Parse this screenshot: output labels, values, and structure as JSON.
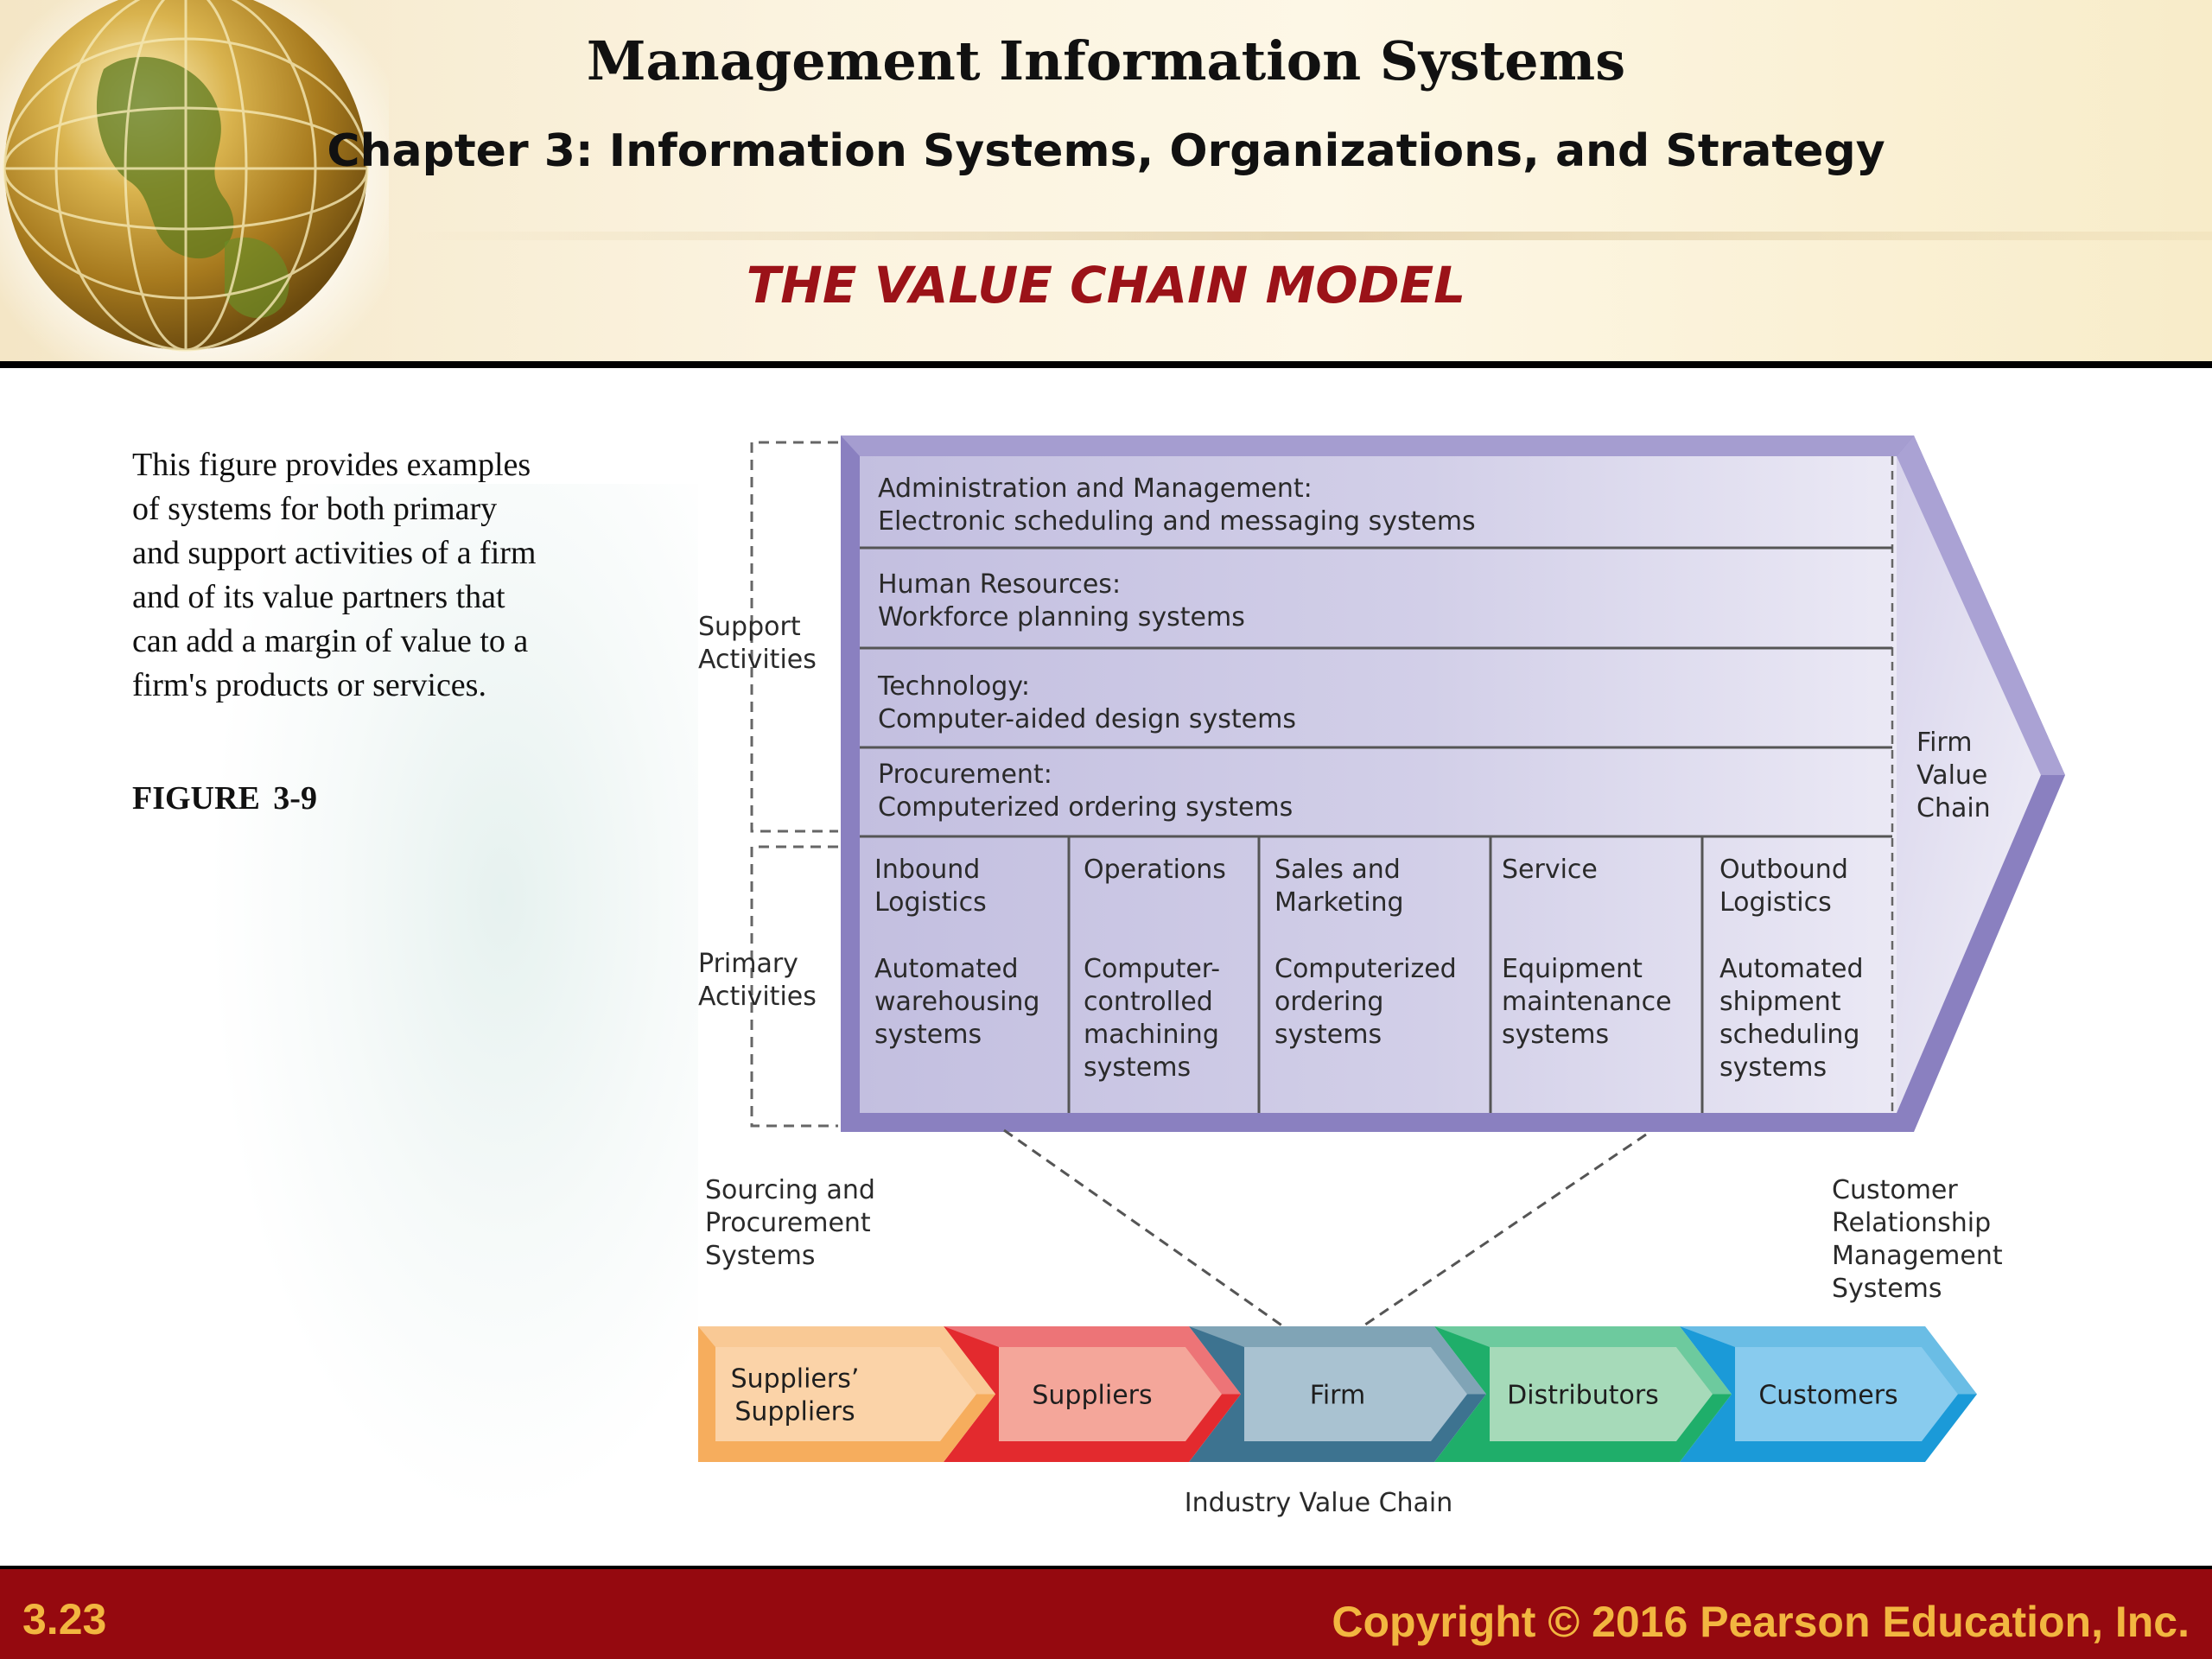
{
  "header": {
    "title": "Management Information Systems",
    "chapter": "Chapter 3: Information Systems, Organizations, and Strategy",
    "slide_title": "THE VALUE CHAIN MODEL"
  },
  "caption": {
    "lines": [
      "This figure provides examples",
      "of systems for both primary",
      "and support activities of a firm",
      "and of its value partners that",
      "can add a margin of value to a",
      "firm's products or services."
    ],
    "figure_label": "FIGURE  3-9"
  },
  "diagram": {
    "support_label": [
      "Support",
      "Activities"
    ],
    "primary_label": [
      "Primary",
      "Activities"
    ],
    "firm_value_chain_label": [
      "Firm",
      "Value",
      "Chain"
    ],
    "support_activities": [
      {
        "title": "Administration and Management:",
        "system": "Electronic scheduling and messaging systems"
      },
      {
        "title": "Human Resources:",
        "system": "Workforce planning systems"
      },
      {
        "title": "Technology:",
        "system": "Computer-aided design systems"
      },
      {
        "title": "Procurement:",
        "system": "Computerized ordering systems"
      }
    ],
    "primary_activities": [
      {
        "title": [
          "Inbound",
          "Logistics"
        ],
        "system": [
          "Automated",
          "warehousing",
          "systems"
        ]
      },
      {
        "title": [
          "Operations"
        ],
        "system": [
          "Computer-",
          "controlled",
          "machining",
          "systems"
        ]
      },
      {
        "title": [
          "Sales and",
          "Marketing"
        ],
        "system": [
          "Computerized",
          "ordering",
          "systems"
        ]
      },
      {
        "title": [
          "Service"
        ],
        "system": [
          "Equipment",
          "maintenance",
          "systems"
        ]
      },
      {
        "title": [
          "Outbound",
          "Logistics"
        ],
        "system": [
          "Automated",
          "shipment",
          "scheduling",
          "systems"
        ]
      }
    ],
    "sourcing_label": [
      "Sourcing and",
      "Procurement",
      "Systems"
    ],
    "crm_label": [
      "Customer",
      "Relationship",
      "Management",
      "Systems"
    ],
    "industry_chain": [
      {
        "label": [
          "Suppliers’",
          "Suppliers"
        ],
        "color_light": "#fbd3a8",
        "color_dark": "#f6ad5d"
      },
      {
        "label": [
          "Suppliers"
        ],
        "color_light": "#f4a69a",
        "color_dark": "#e32a2e"
      },
      {
        "label": [
          "Firm"
        ],
        "color_light": "#a9c2d1",
        "color_dark": "#3d7390"
      },
      {
        "label": [
          "Distributors"
        ],
        "color_light": "#a6dab9",
        "color_dark": "#1fae6a"
      },
      {
        "label": [
          "Customers"
        ],
        "color_light": "#88cbee",
        "color_dark": "#1b9ad8"
      }
    ],
    "industry_chain_label": "Industry Value Chain",
    "colors": {
      "panel": "#c4c0e0",
      "panel_light": "#e6e4f3",
      "panel_edge": "#8a80c0",
      "rule": "#555555"
    }
  },
  "footer": {
    "page_number": "3.23",
    "copyright": "Copyright © 2016 Pearson Education, Inc."
  }
}
